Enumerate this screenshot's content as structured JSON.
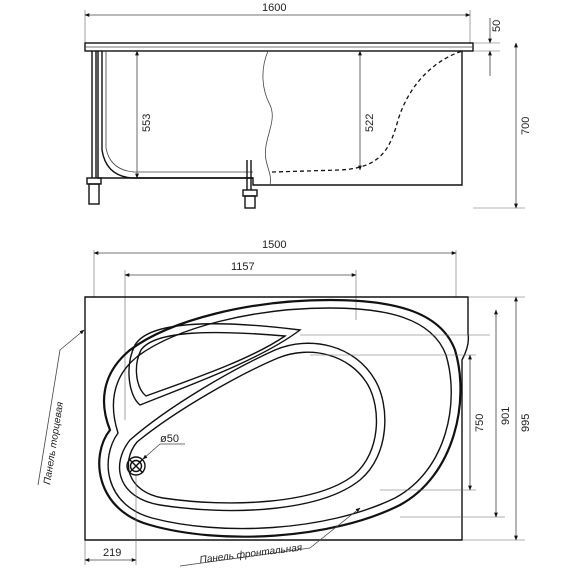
{
  "side_view": {
    "dim_length": "1600",
    "dim_rim": "50",
    "dim_height": "700",
    "dim_depth_left": "553",
    "dim_depth_right": "522"
  },
  "top_view": {
    "dim_width": "1500",
    "dim_inner_width": "1157",
    "dim_depth_total": "995",
    "dim_depth_mid": "901",
    "dim_depth_inner": "750",
    "dim_drain": "ø50",
    "dim_offset": "219",
    "label_end_panel": "Панель торцевая",
    "label_front_panel": "Панель фронтальная"
  }
}
